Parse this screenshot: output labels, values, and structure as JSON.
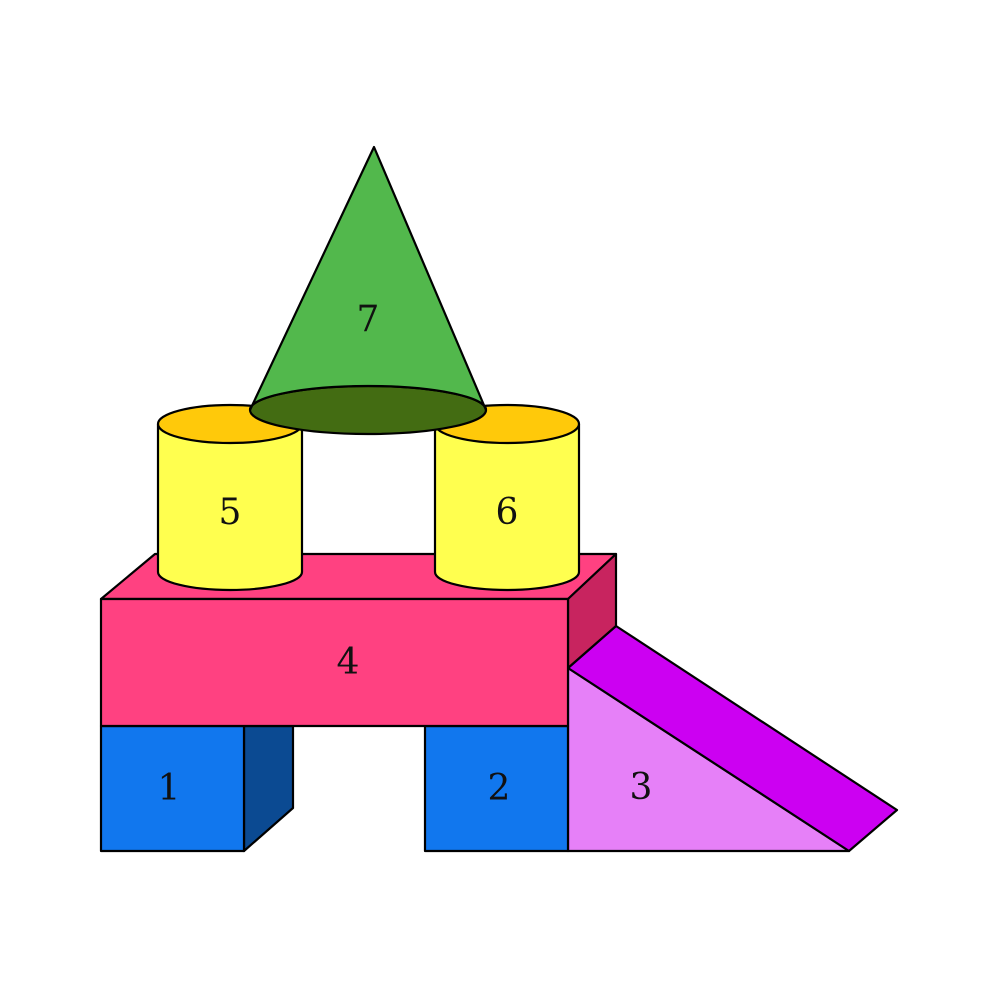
{
  "blocks": [
    {
      "id": "1",
      "label": "1",
      "shape": "cube",
      "colors": {
        "front": "#1177ee",
        "side": "#0b4a92"
      }
    },
    {
      "id": "2",
      "label": "2",
      "shape": "cube",
      "colors": {
        "front": "#1177ee"
      }
    },
    {
      "id": "3",
      "label": "3",
      "shape": "ramp",
      "colors": {
        "front": "#e680f8",
        "slope": "#cc00f2"
      }
    },
    {
      "id": "4",
      "label": "4",
      "shape": "rectangular-prism",
      "colors": {
        "front": "#ff4181",
        "top": "#ff4181",
        "side": "#c8245f"
      }
    },
    {
      "id": "5",
      "label": "5",
      "shape": "cylinder",
      "colors": {
        "body": "#ffff4f",
        "top": "#ffc90a"
      }
    },
    {
      "id": "6",
      "label": "6",
      "shape": "cylinder",
      "colors": {
        "body": "#ffff4f",
        "top": "#ffc90a"
      }
    },
    {
      "id": "7",
      "label": "7",
      "shape": "cone",
      "colors": {
        "body": "#52b84c",
        "base": "#436c12"
      }
    }
  ]
}
